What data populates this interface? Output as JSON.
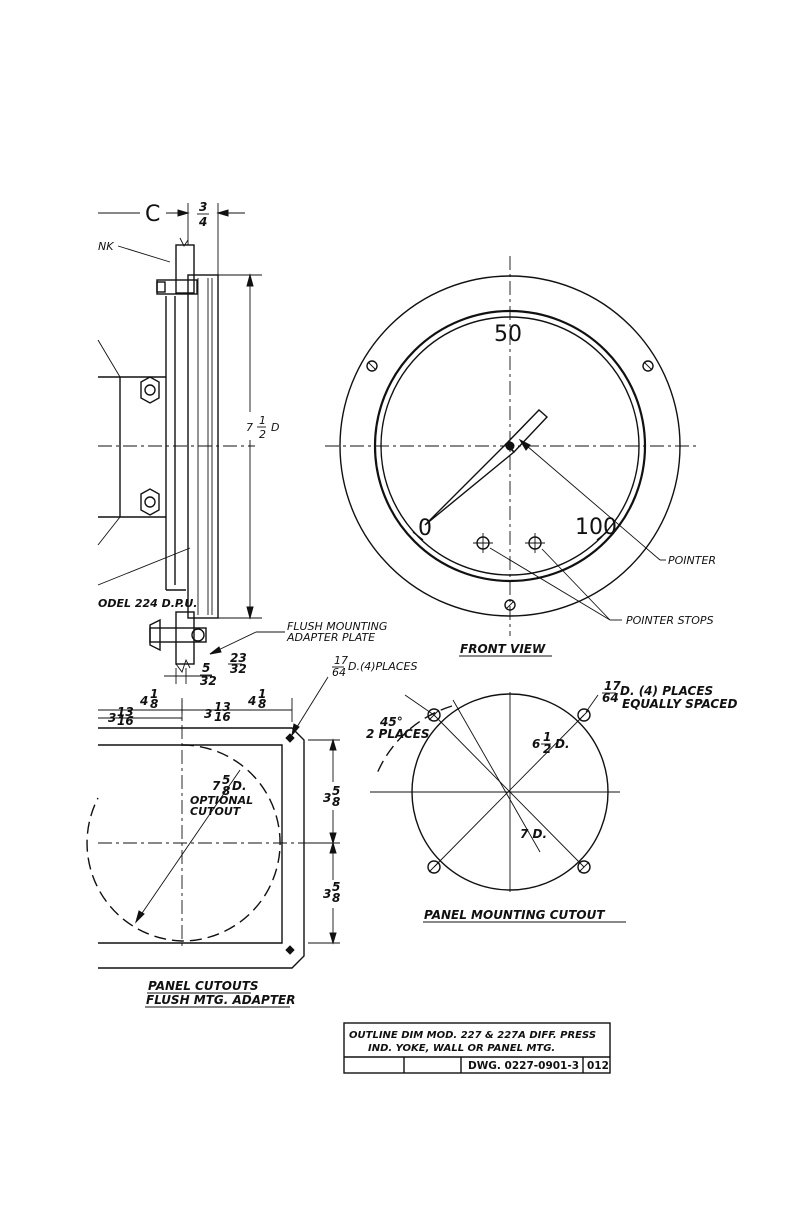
{
  "side_view": {
    "dim_c": "C",
    "dim_three_quarter_num": "3",
    "dim_three_quarter_den": "4",
    "partial_label": "NK",
    "diameter_whole": "7",
    "diameter_num": "1",
    "diameter_den": "2",
    "diameter_suffix": "D",
    "model_label": "ODEL 224 D.P.U.",
    "adapter_label_line1": "FLUSH MOUNTING",
    "adapter_label_line2": "ADAPTER PLATE",
    "thickness_num": "5",
    "thickness_den": "32",
    "gap_num": "23",
    "gap_mid": "32",
    "gap_den": "32"
  },
  "front_view": {
    "scale_0": "0",
    "scale_50": "50",
    "scale_100": "100",
    "pointer_label": "POINTER",
    "pointer_stops_label": "POINTER STOPS",
    "title": "FRONT VIEW"
  },
  "panel_cutouts": {
    "hole_num": "17",
    "hole_den": "64",
    "hole_text": "D.(4)PLACES",
    "left_whole": "4",
    "left_frac_num": "1",
    "left_frac_den": "8",
    "right_whole": "4",
    "right_frac_num": "1",
    "right_frac_den": "8",
    "far_left": "3",
    "far_left_num": "13",
    "far_left_den": "16",
    "mid_whole": "3",
    "mid_num": "13",
    "mid_den": "16",
    "optional_whole": "7",
    "optional_num": "5",
    "optional_den": "8",
    "optional_suffix": "D.",
    "optional_line1": "OPTIONAL",
    "optional_line2": "CUTOUT",
    "vert_top_whole": "3",
    "vert_top_num": "5",
    "vert_top_den": "8",
    "vert_bot_whole": "3",
    "vert_bot_num": "5",
    "vert_bot_den": "8",
    "title_line1": "PANEL CUTOUTS",
    "title_line2": "FLUSH MTG. ADAPTER"
  },
  "panel_mounting": {
    "hole_num": "17",
    "hole_den": "64",
    "hole_text": "D.  (4) PLACES",
    "hole_text2": "EQUALLY SPACED",
    "angle_label": "45°",
    "angle_places": "2 PLACES",
    "bolt_whole": "6",
    "bolt_num": "1",
    "bolt_den": "2",
    "bolt_suffix": "D.",
    "cut_dia": "7 D.",
    "title": "PANEL MOUNTING CUTOUT"
  },
  "title_block": {
    "line1": "OUTLINE DIM MOD. 227 & 227A  DIFF. PRESS",
    "line2": "IND. YOKE, WALL OR PANEL MTG.",
    "dwg_number": "DWG. 0227-0901-3",
    "rev": "012"
  }
}
